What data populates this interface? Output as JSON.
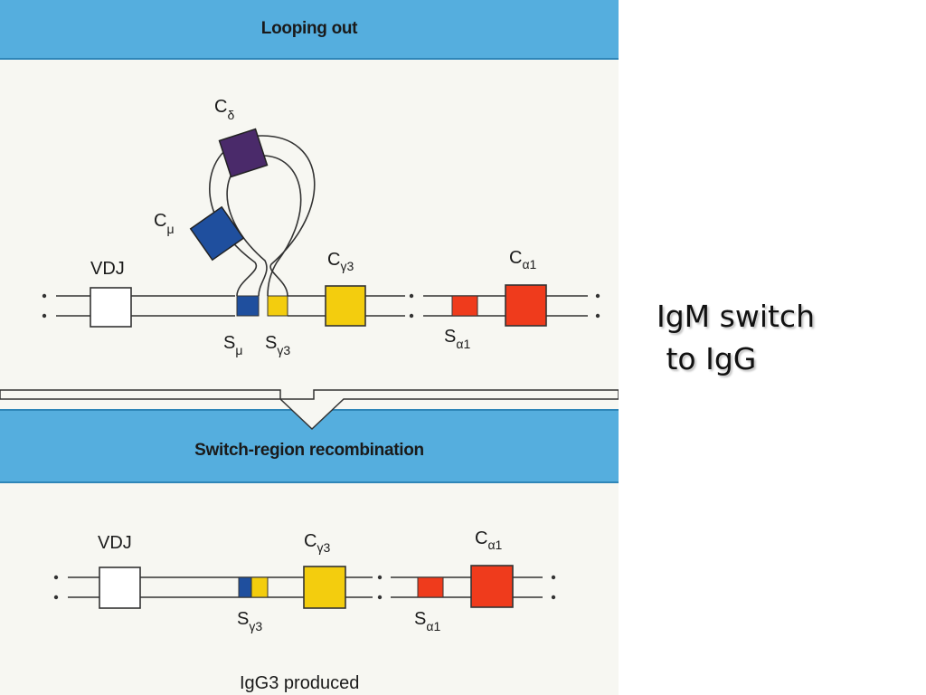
{
  "panel_top": {
    "title": "Looping out",
    "labels": {
      "vdj": "VDJ",
      "c_delta": "C",
      "c_delta_sub": "δ",
      "c_mu": "C",
      "c_mu_sub": "μ",
      "c_gamma3": "C",
      "c_gamma3_sub": "γ3",
      "c_alpha1": "C",
      "c_alpha1_sub": "α1",
      "s_mu": "S",
      "s_mu_sub": "μ",
      "s_gamma3": "S",
      "s_gamma3_sub": "γ3",
      "s_alpha1": "S",
      "s_alpha1_sub": "α1"
    }
  },
  "panel_bottom": {
    "title": "Switch-region recombination",
    "labels": {
      "vdj": "VDJ",
      "c_gamma3": "C",
      "c_gamma3_sub": "γ3",
      "c_alpha1": "C",
      "c_alpha1_sub": "α1",
      "s_gamma3": "S",
      "s_gamma3_sub": "γ3",
      "s_alpha1": "S",
      "s_alpha1_sub": "α1"
    },
    "caption": "IgG3 produced"
  },
  "side_caption": "IgM switch\n to IgG",
  "colors": {
    "band": "#55aede",
    "c_delta": "#4a2a6a",
    "c_mu": "#1f4f9e",
    "c_gamma3": "#f3cd0e",
    "c_alpha1": "#ef3b1c",
    "s_mu": "#1f4f9e",
    "s_gamma3": "#f3cd0e",
    "s_alpha1": "#ef3b1c"
  }
}
